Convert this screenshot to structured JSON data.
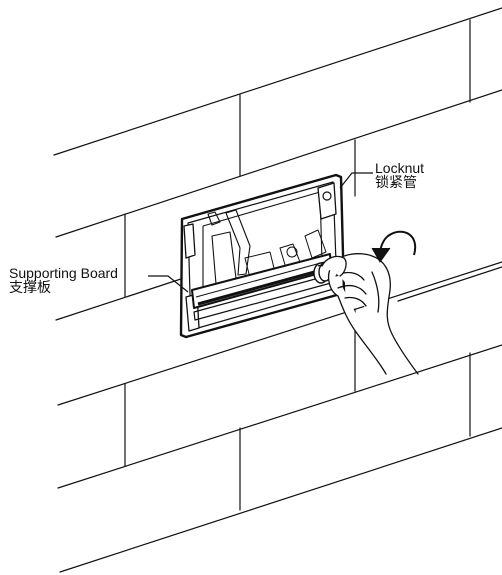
{
  "callouts": {
    "locknut": {
      "en": "Locknut",
      "zh": "锁紧管"
    },
    "supporting_board": {
      "en": "Supporting Board",
      "zh": "支撑板"
    }
  },
  "icons": {
    "rotation": "curved-arrow-icon",
    "hand": "gloved-hand-icon"
  },
  "colors": {
    "ink": "#111111",
    "background": "#ffffff"
  }
}
